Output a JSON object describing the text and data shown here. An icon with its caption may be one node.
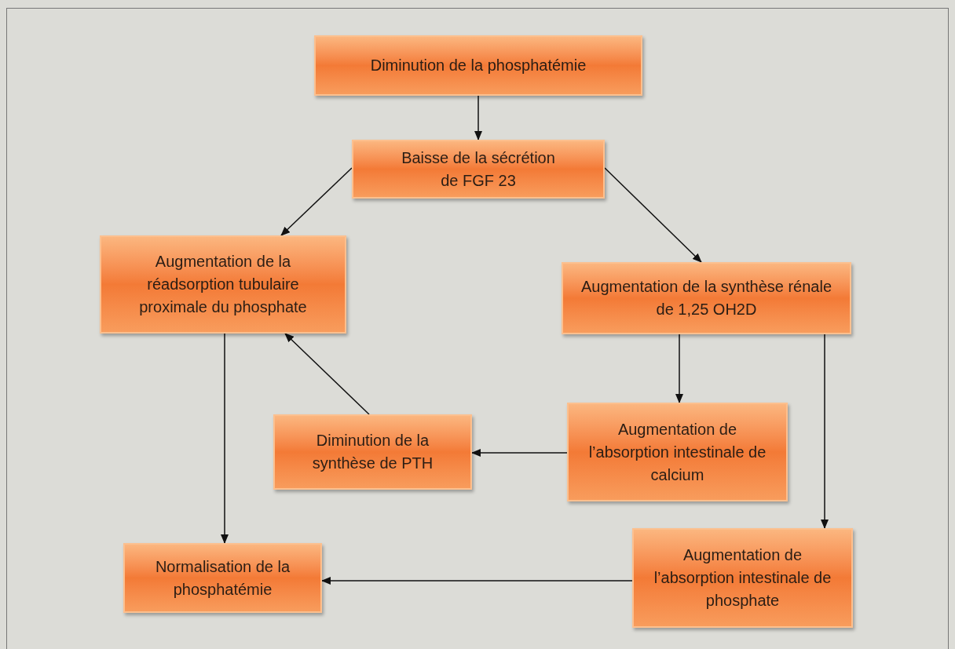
{
  "diagram": {
    "nodes": [
      {
        "text": [
          "Diminution de la phosphatémie"
        ]
      },
      {
        "text": [
          "Baisse de la sécrétion de FGF 23"
        ]
      },
      {
        "text": [
          "Augmentation de la réadsorption tubulaire proximale du phosphate"
        ]
      },
      {
        "text": [
          "Augmentation de la synthèse rénale de 1,25 OH2D"
        ]
      },
      {
        "text": [
          "Diminution de la synthèse de PTH"
        ]
      },
      {
        "text": [
          "Augmentation de l’absorption intestinale de calcium"
        ]
      },
      {
        "text": [
          "Normalisation de la phosphatémie"
        ]
      },
      {
        "text": [
          "Augmentation de l’absorption intestinale de phosphate"
        ]
      }
    ],
    "edges": [
      {
        "from": 0,
        "to": 1,
        "arrow": "to"
      },
      {
        "from": 1,
        "to": 2,
        "arrow": "to"
      },
      {
        "from": 1,
        "to": 3,
        "arrow": "to"
      },
      {
        "from": 2,
        "to": 6,
        "arrow": "to"
      },
      {
        "from": 4,
        "to": 2,
        "arrow": "to"
      },
      {
        "from": 3,
        "to": 5,
        "arrow": "to"
      },
      {
        "from": 3,
        "to": 7,
        "arrow": "to"
      },
      {
        "from": 5,
        "to": 4,
        "arrow": "to"
      },
      {
        "from": 7,
        "to": 6,
        "arrow": "to"
      }
    ]
  }
}
